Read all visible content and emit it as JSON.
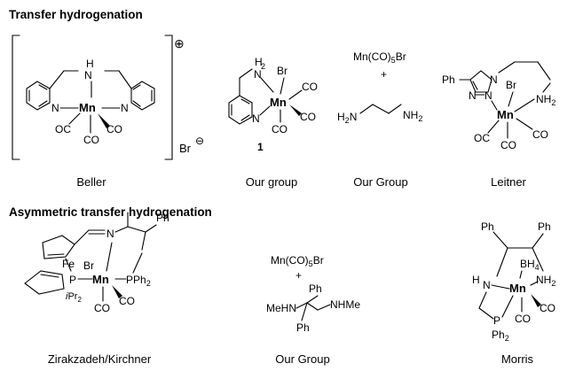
{
  "sections": {
    "transfer": "Transfer hydrogenation",
    "asymmetric": "Asymmetric transfer hydrogenation"
  },
  "captions": {
    "beller": "Beller",
    "our_group_1": "Our group",
    "our_group_2": "Our Group",
    "leitner": "Leitner",
    "zirakzadeh": "Zirakzadeh/Kirchner",
    "our_group_3": "Our Group",
    "morris": "Morris"
  },
  "atoms": {
    "mn": "Mn",
    "n": "N",
    "h": "H",
    "h2": "H",
    "nh2": "NH",
    "nh2_sub": "2",
    "br": "Br",
    "oc": "OC",
    "co": "CO",
    "oplus": "⊕",
    "ominus": "⊖",
    "complex_number": "1",
    "mnco5br": "Mn(CO)5Br",
    "plus": "+",
    "h2n": "H2N",
    "nh2_full": "NH2",
    "ph": "Ph",
    "fe": "Fe",
    "p": "P",
    "pph2": "PPh2",
    "ipr2": "iPr2",
    "meHN": "MeHN",
    "nhme": "NHMe",
    "bh4": "BH4",
    "ph2": "Ph2"
  }
}
